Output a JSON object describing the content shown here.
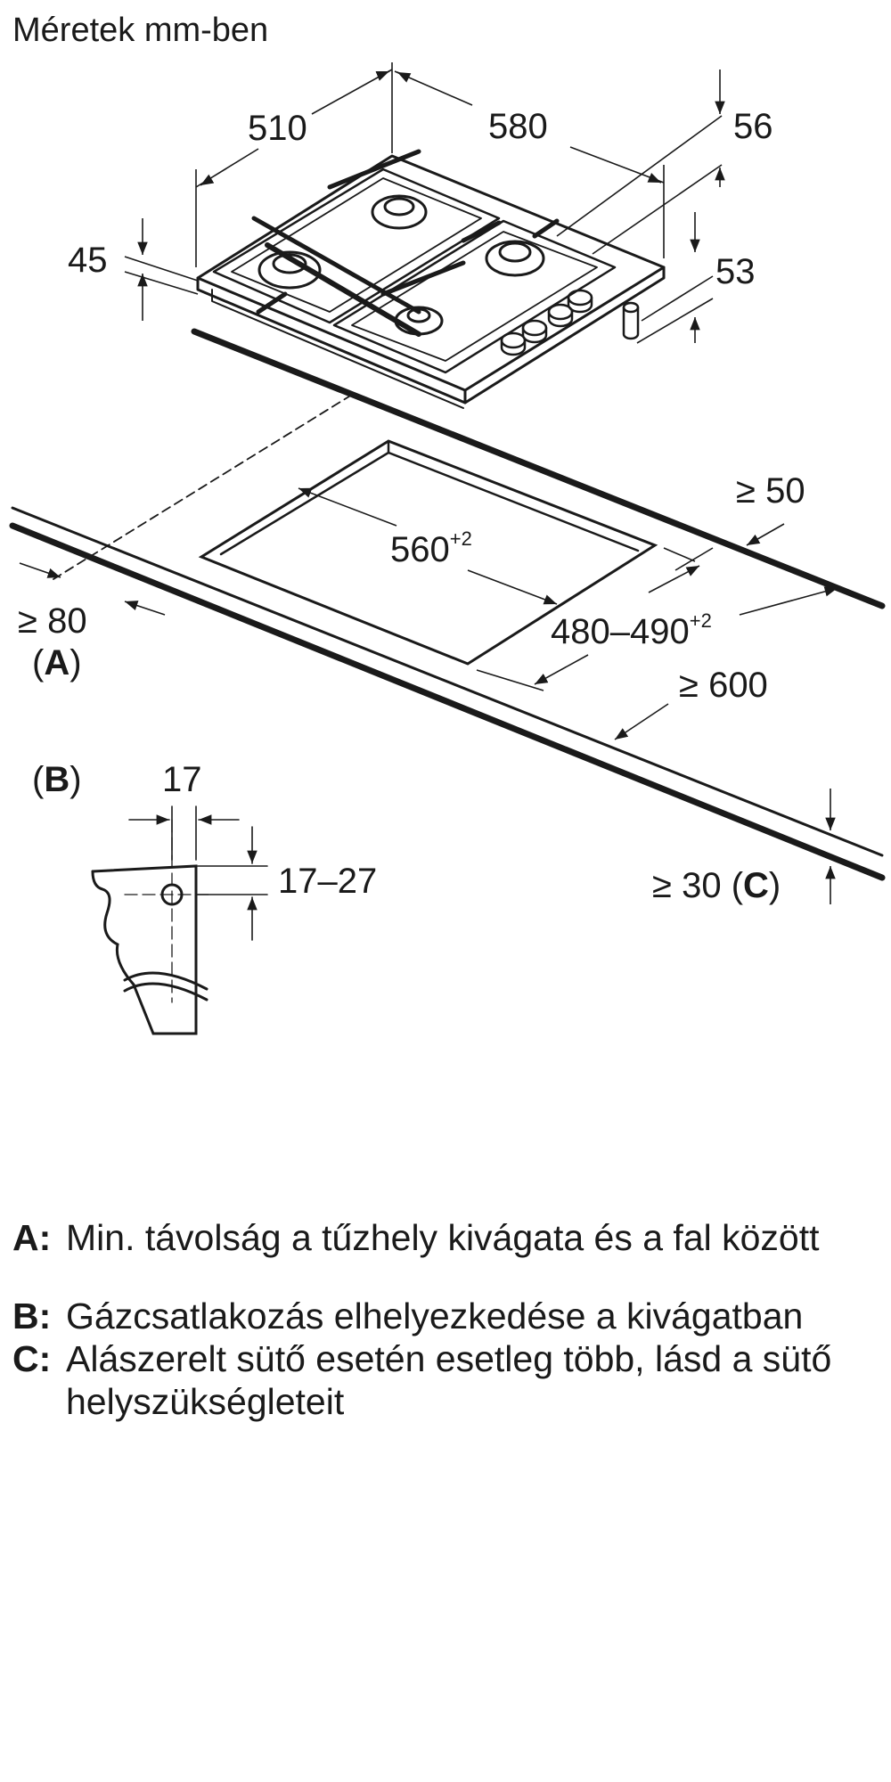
{
  "title": "Méretek mm-ben",
  "dimensions": {
    "hob_depth": "510",
    "hob_width": "580",
    "hob_height_rear": "56",
    "hob_height_front": "45",
    "hob_height_total": "53",
    "cutout_width": "560",
    "cutout_width_tol": "+2",
    "cutout_depth": "480–490",
    "cutout_depth_tol": "+2",
    "side_clearance": "≥ 50",
    "wall_clearance": "≥ 80",
    "worktop_depth": "≥ 600",
    "worktop_thickness": "≥ 30",
    "gas_offset_h": "17",
    "gas_offset_v": "17–27"
  },
  "labels": {
    "a_open": "(",
    "a_key": "A",
    "a_close": ")",
    "b_open": "(",
    "b_key": "B",
    "b_close": ")",
    "c_open": "(",
    "c_key": "C",
    "c_close": ")"
  },
  "legend": [
    {
      "key": "A:",
      "text": "Min. távolság a tűzhely kivágata és a fal között"
    },
    {
      "key": "B:",
      "text": "Gázcsatlakozás elhelyezkedése a kivágatban"
    },
    {
      "key": "C:",
      "text": "Alászerelt sütő esetén esetleg több, lásd a sütő helyszükségleteit"
    }
  ]
}
